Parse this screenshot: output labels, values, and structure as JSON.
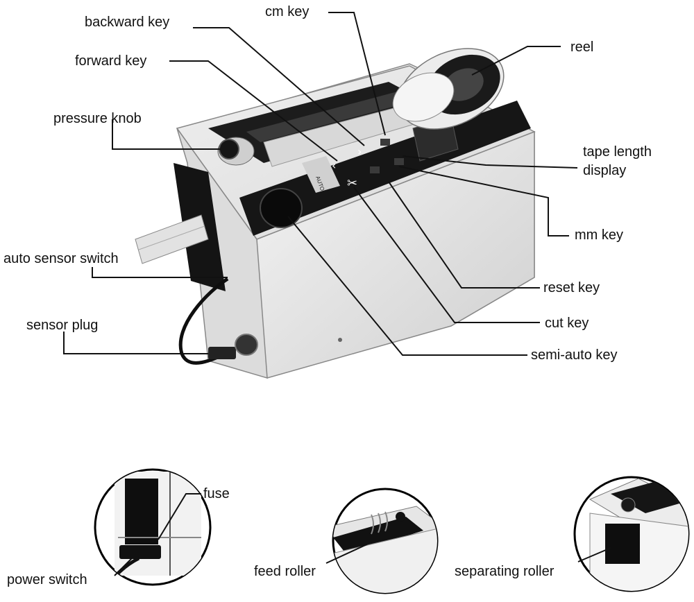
{
  "labels": {
    "cm_key": "cm key",
    "backward_key": "backward key",
    "forward_key": "forward key",
    "reel": "reel",
    "pressure_knob": "pressure knob",
    "tape_length_display": "tape length",
    "tape_length_display_2": "display",
    "mm_key": "mm key",
    "auto_sensor_switch": "auto sensor switch",
    "reset_key": "reset key",
    "sensor_plug": "sensor plug",
    "cut_key": "cut key",
    "semi_auto_key": "semi-auto key",
    "fuse": "fuse",
    "power_switch": "power switch",
    "feed_roller": "feed roller",
    "separating_roller": "separating roller"
  },
  "panel": {
    "auto_tag": "AUTO"
  },
  "icons": {
    "forward": "arrow-left-icon",
    "backward": "arrow-right-icon",
    "cut": "scissors-icon"
  }
}
